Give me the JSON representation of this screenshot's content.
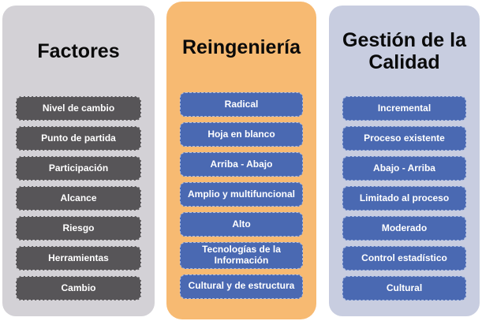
{
  "diagram": {
    "description_colors": {
      "page_background": "#ffffff",
      "factores_panel": "#d3d1d6",
      "reingenieria_panel": "#f7ba72",
      "gestion_panel": "#c8cde0",
      "dark_item": "#575558",
      "blue_item": "#4a69b2",
      "item_text": "#ffffff",
      "title_text": "#0a0a0a"
    },
    "columns": [
      {
        "id": "factores",
        "title_lines": [
          "Factores"
        ],
        "items": [
          "Nivel de cambio",
          "Punto de partida",
          "Participación",
          "Alcance",
          "Riesgo",
          "Herramientas",
          "Cambio"
        ]
      },
      {
        "id": "reingenieria",
        "title_lines": [
          "Reingeniería"
        ],
        "items": [
          "Radical",
          "Hoja en blanco",
          "Arriba - Abajo",
          "Amplio y multifuncional",
          "Alto",
          "Tecnologías de la Información",
          "Cultural y de estructura"
        ]
      },
      {
        "id": "gestion-calidad",
        "title_lines": [
          "Gestión de la",
          "Calidad"
        ],
        "items": [
          "Incremental",
          "Proceso existente",
          "Abajo - Arriba",
          "Limitado al proceso",
          "Moderado",
          "Control estadístico",
          "Cultural"
        ]
      }
    ]
  }
}
